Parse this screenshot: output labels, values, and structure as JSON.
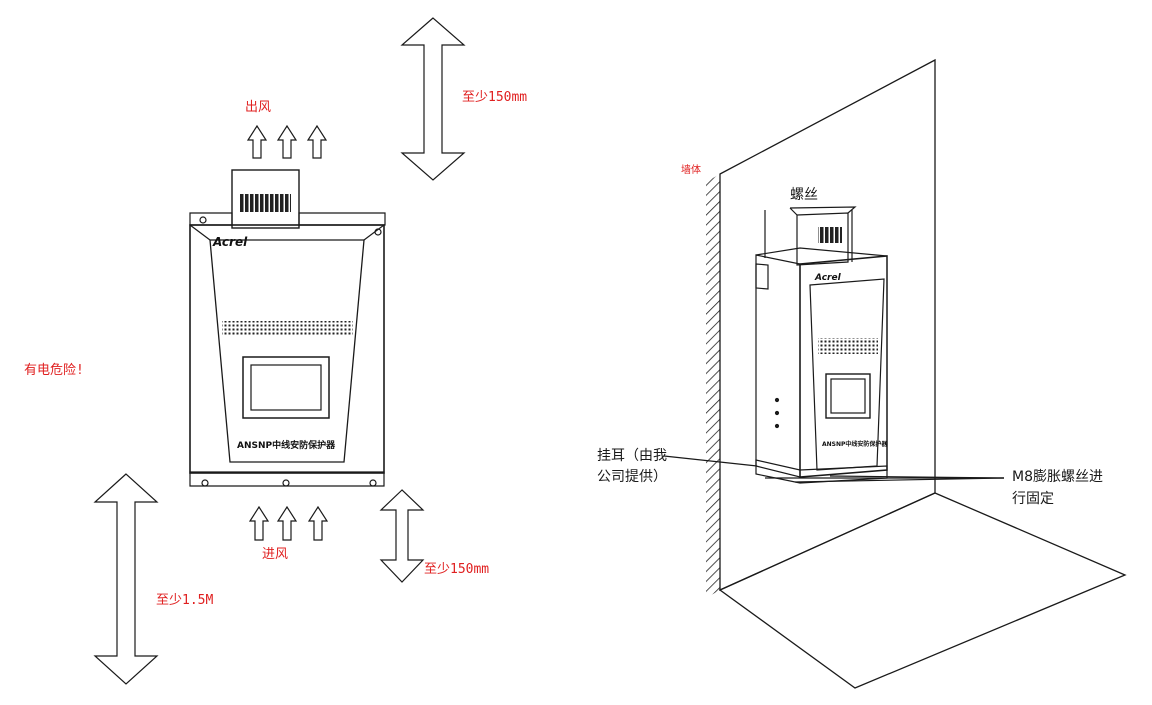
{
  "left_diagram": {
    "outlet_label": "出风",
    "inlet_label": "进风",
    "top_clearance": "至少150mm",
    "bottom_clearance": "至少150mm",
    "floor_height": "至少1.5M",
    "warning": "有电危险!",
    "brand": "Acrel",
    "product_name": "ANSNP中线安防保护器"
  },
  "right_diagram": {
    "wall_label": "墙体",
    "screw_label": "螺丝",
    "ear_label_line1": "挂耳（由我",
    "ear_label_line2": "公司提供）",
    "bolt_label_line1": "M8膨胀螺丝进",
    "bolt_label_line2": "行固定",
    "brand": "Acrel",
    "product_name": "ANSNP中线安防保护器"
  },
  "colors": {
    "annotation_red": "#e02020",
    "line": "#1a1a1a"
  }
}
